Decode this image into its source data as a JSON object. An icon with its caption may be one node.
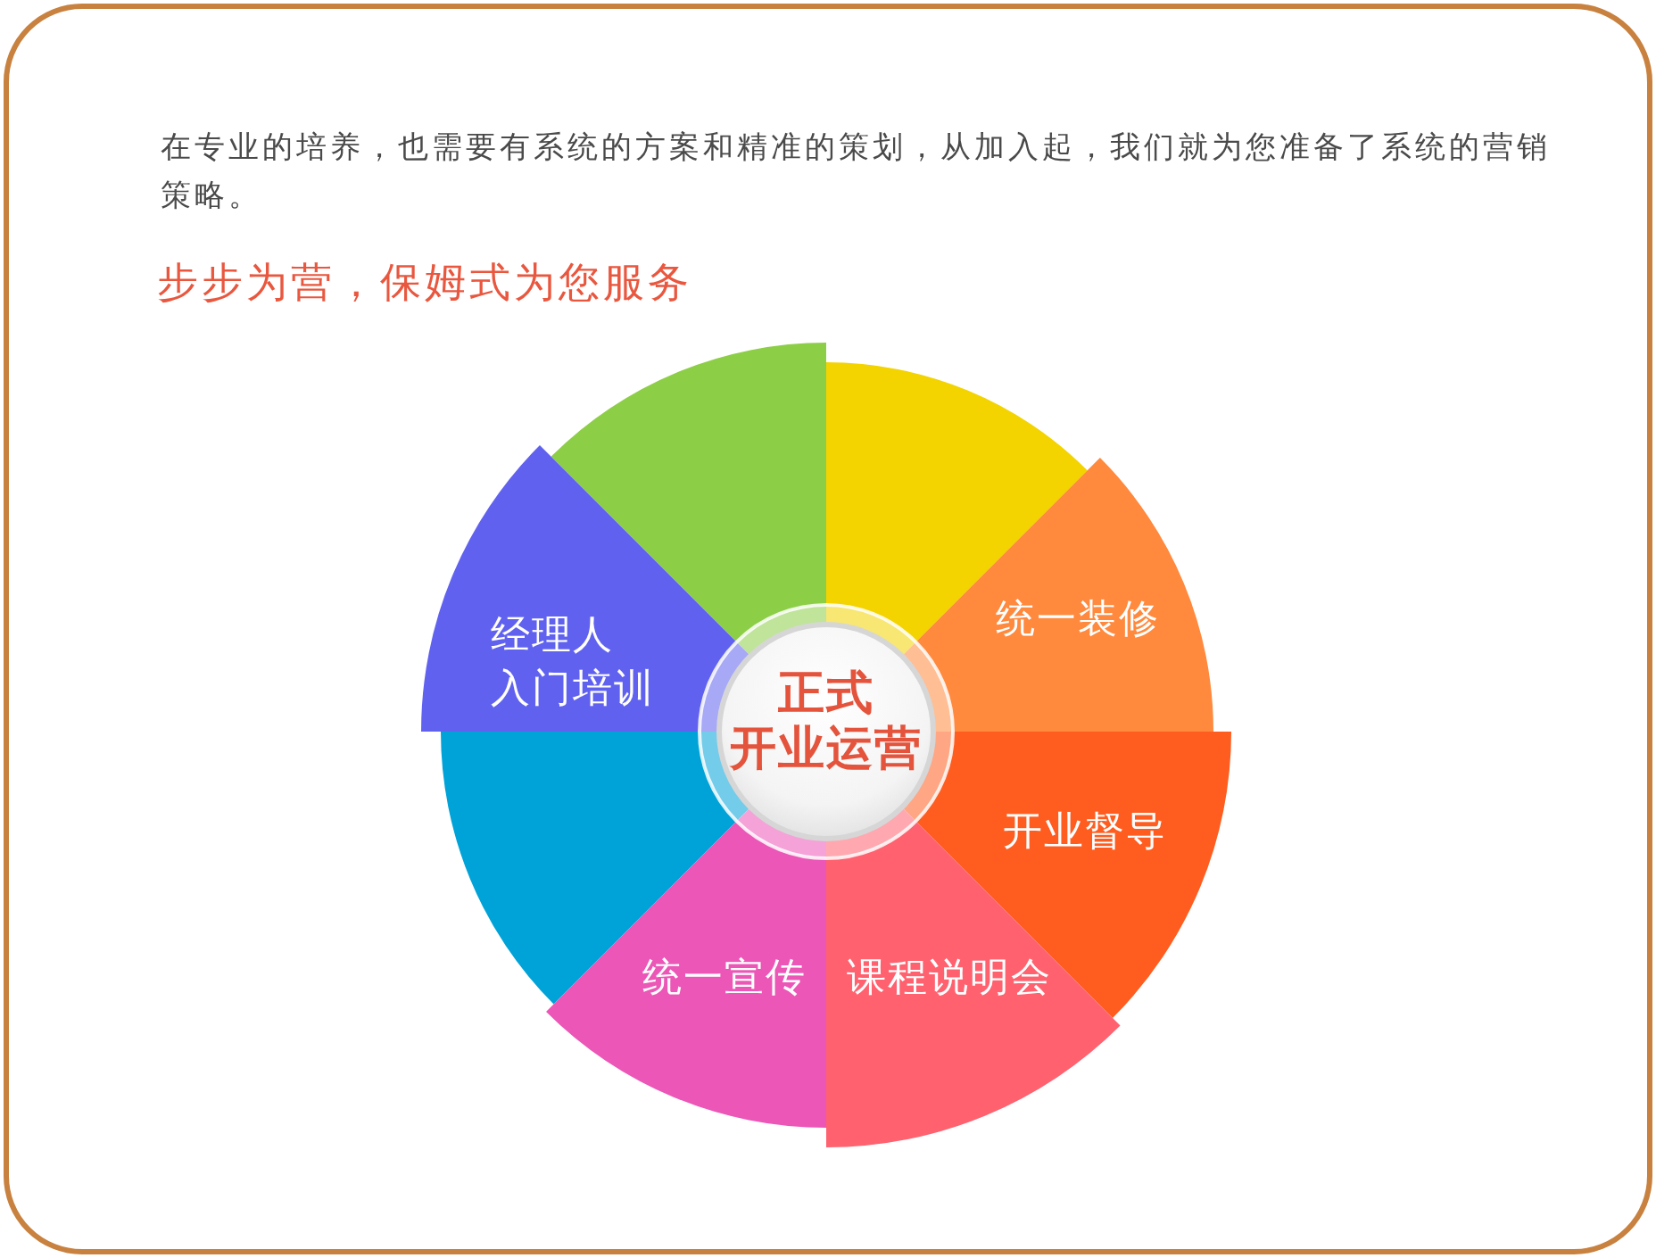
{
  "diagram": {
    "nodes": [
      {
        "text": [
          "正式开业运营"
        ]
      },
      {
        "text": [],
        "shape": "sector"
      },
      {
        "text": [],
        "shape": "sector"
      },
      {
        "text": [
          "统一装修"
        ]
      },
      {
        "text": [
          "开业督导"
        ]
      },
      {
        "text": [
          "课程说明会"
        ]
      },
      {
        "text": [
          "统一宣传"
        ]
      },
      {
        "text": [],
        "shape": "sector"
      },
      {
        "text": [
          "经理人入门培训"
        ]
      }
    ],
    "labels": [
      "在专业的培养，也需要有系统的方案和精准的策划，从加入起，我们就为您准备了系统的营销策略。",
      "步步为营，保姆式为您服务"
    ]
  }
}
